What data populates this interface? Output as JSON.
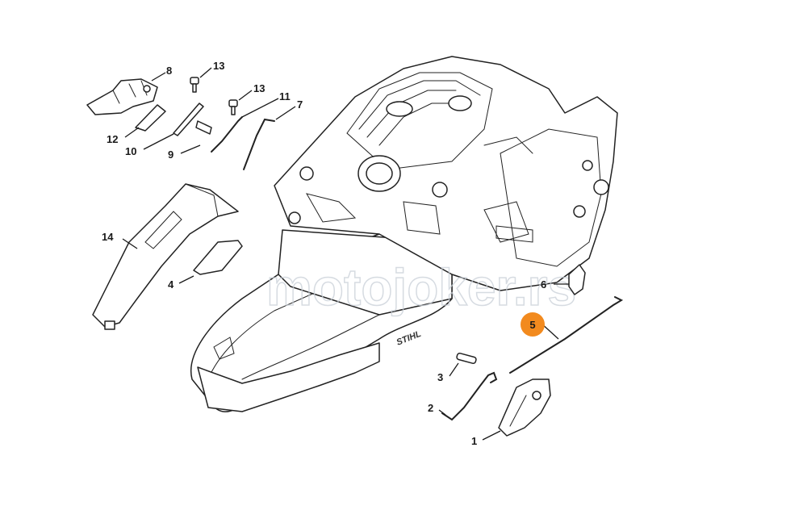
{
  "diagram": {
    "watermark_text": "motojoker.rs",
    "brand_mark": "STIHL",
    "highlight_color": "#f28a1e",
    "highlighted_part": "5",
    "parts": [
      {
        "number": "1"
      },
      {
        "number": "2"
      },
      {
        "number": "3"
      },
      {
        "number": "4"
      },
      {
        "number": "5"
      },
      {
        "number": "6"
      },
      {
        "number": "7"
      },
      {
        "number": "8"
      },
      {
        "number": "9"
      },
      {
        "number": "10"
      },
      {
        "number": "11"
      },
      {
        "number": "12"
      },
      {
        "number": "13"
      },
      {
        "number": "13"
      },
      {
        "number": "14"
      }
    ]
  }
}
